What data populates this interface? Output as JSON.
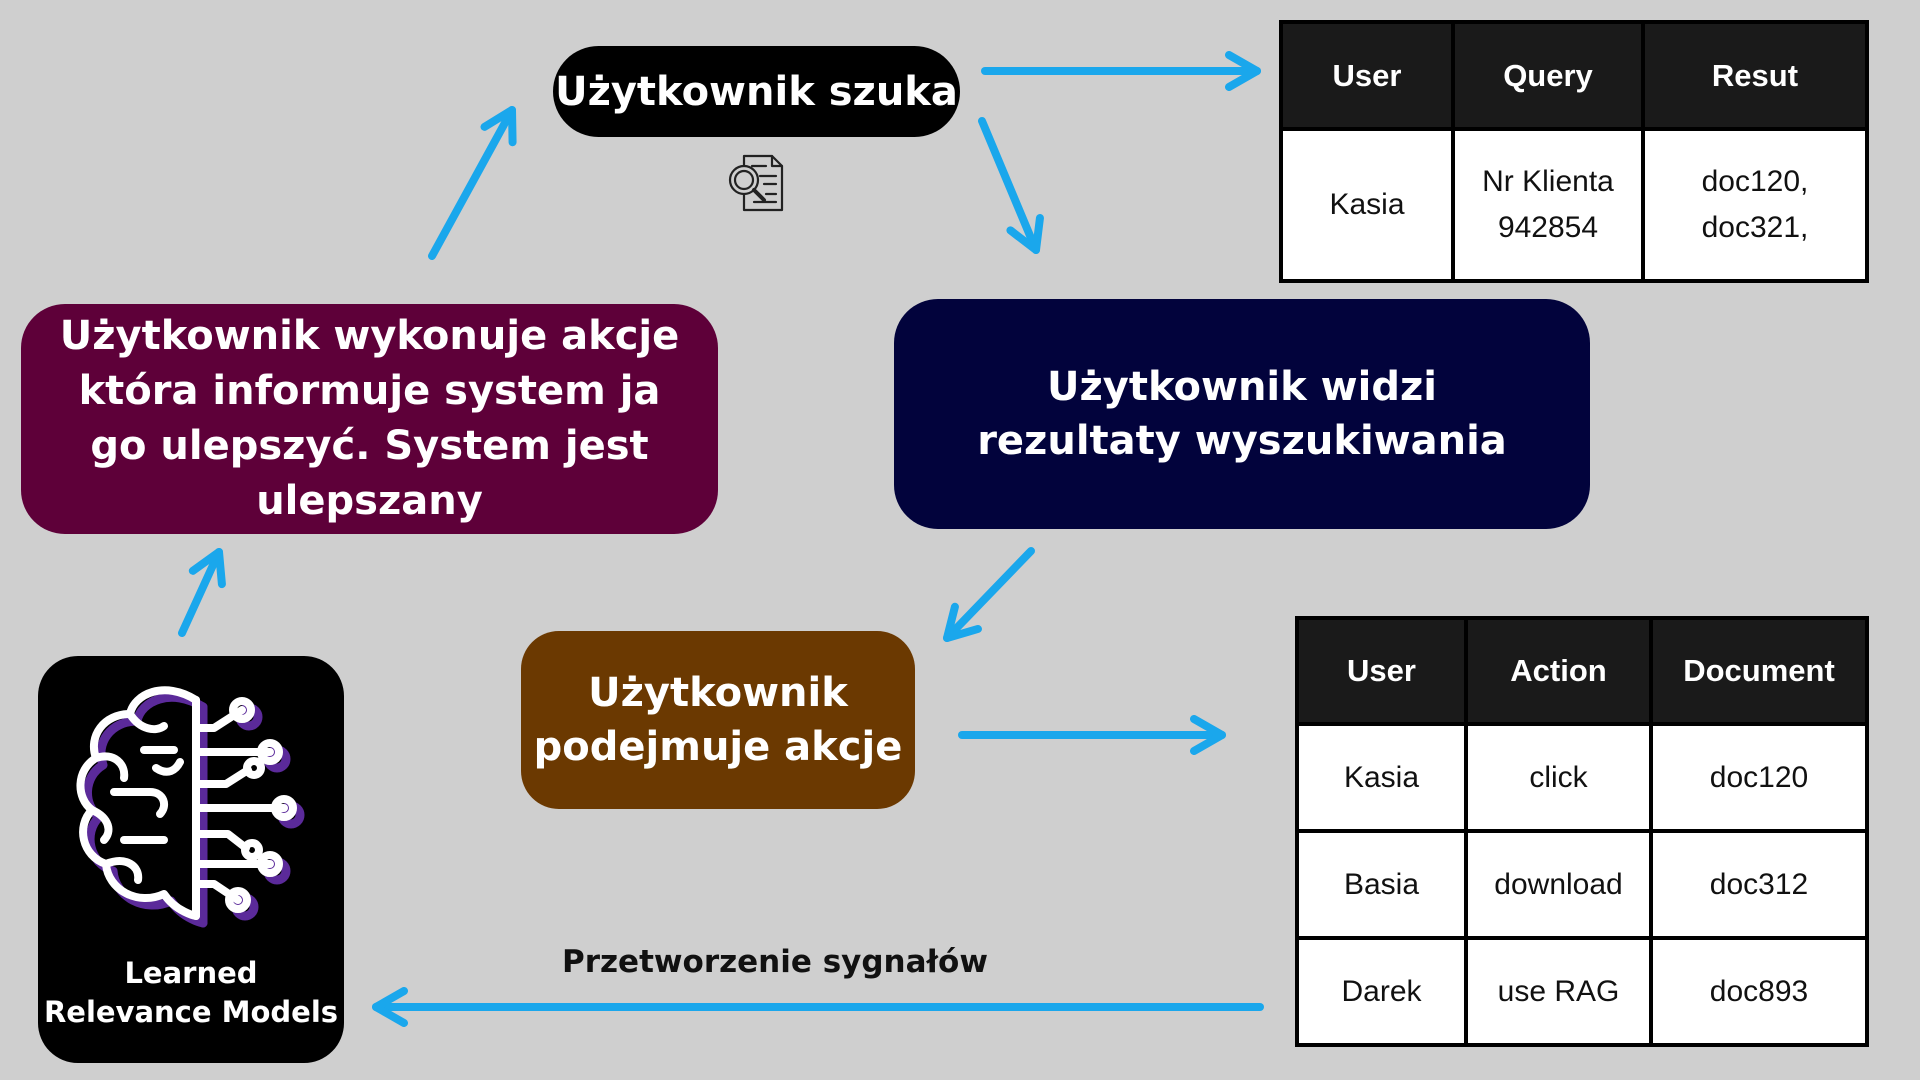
{
  "nodes": {
    "search": "Użytkownik szuka",
    "results": "Użytkownik widzi rezultaty wyszukiwania",
    "action": "Użytkownik podejmuje akcje",
    "improve": "Użytkownik wykonuje akcje która informuje system ja go ulepszyć. System jest ulepszany",
    "model_line1": "Learned",
    "model_line2": "Relevance Models"
  },
  "signals_label": "Przetworzenie sygnałów",
  "query_table": {
    "headers": [
      "User",
      "Query",
      "Resut"
    ],
    "row": {
      "user": "Kasia",
      "query_line1": "Nr Klienta",
      "query_line2": "942854",
      "result_line1": "doc120,",
      "result_line2": "doc321,"
    }
  },
  "action_table": {
    "headers": [
      "User",
      "Action",
      "Document"
    ],
    "rows": [
      [
        "Kasia",
        "click",
        "doc120"
      ],
      [
        "Basia",
        "download",
        "doc312"
      ],
      [
        "Darek",
        "use RAG",
        "doc893"
      ]
    ]
  },
  "colors": {
    "background": "#cfcfcf",
    "arrow": "#1aa7ec",
    "search_node": "#000000",
    "results_node": "#02033c",
    "action_node": "#6b3901",
    "improve_node": "#5e0039",
    "brain_outline": "#ffffff",
    "brain_accent": "#5b2a9a"
  },
  "icons": [
    "document-search-icon",
    "brain-circuit-icon"
  ]
}
